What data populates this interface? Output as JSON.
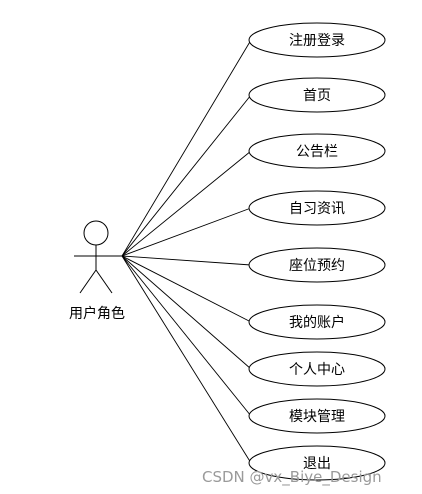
{
  "actor": {
    "label": "用户角色"
  },
  "use_cases": [
    {
      "label": "注册登录"
    },
    {
      "label": "首页"
    },
    {
      "label": "公告栏"
    },
    {
      "label": "自习资讯"
    },
    {
      "label": "座位预约"
    },
    {
      "label": "我的账户"
    },
    {
      "label": "个人中心"
    },
    {
      "label": "模块管理"
    },
    {
      "label": "退出"
    }
  ],
  "watermark": "CSDN @vx_Biye_Design"
}
